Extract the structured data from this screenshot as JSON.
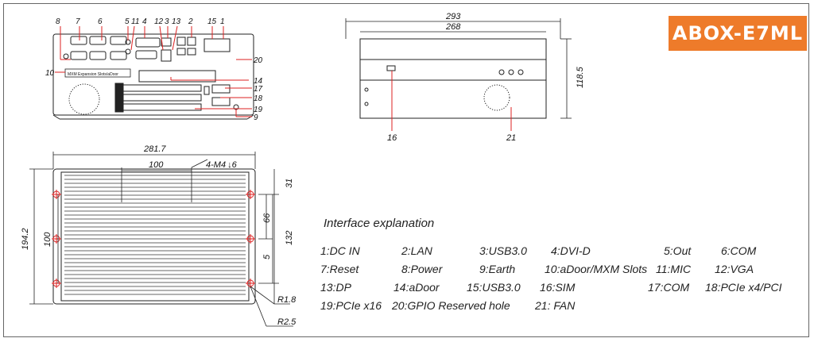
{
  "badge": {
    "label": "ABOX-E7ML",
    "color": "#ee7b2a"
  },
  "front_view": {
    "callouts": [
      "8",
      "7",
      "6",
      "5",
      "11",
      "4",
      "12",
      "3",
      "13",
      "2",
      "15",
      "1",
      "20",
      "10",
      "14",
      "17",
      "18",
      "19",
      "9"
    ],
    "slot_label": "MXM Expansion Slots/aDoor"
  },
  "top_view": {
    "width_outer": "293",
    "width_inner": "268",
    "height": "118.5",
    "callouts": [
      "16",
      "21"
    ]
  },
  "side_view": {
    "width": "281.7",
    "hole_spacing": "100",
    "screw_label": "4-M4",
    "screw_depth_symbol": "↓6",
    "height": "194.2",
    "inner_height": "100",
    "dim_31": "31",
    "dim_66": "66",
    "dim_132": "132",
    "dim_5": "5",
    "radius_small": "R1.8",
    "radius_large": "R2.5"
  },
  "interface": {
    "title": "Interface explanation",
    "items": [
      "1:DC IN",
      "2:LAN",
      "3:USB3.0",
      "4:DVI-D",
      "5:Out",
      "6:COM",
      "7:Reset",
      "8:Power",
      "9:Earth",
      "10:aDoor/MXM Slots",
      "11:MIC",
      "12:VGA",
      "13:DP",
      "14:aDoor",
      "15:USB3.0",
      "16:SIM",
      "17:COM",
      "18:PCIe x4/PCI",
      "19:PCIe x16",
      "20:GPIO  Reserved hole",
      "21: FAN"
    ]
  }
}
